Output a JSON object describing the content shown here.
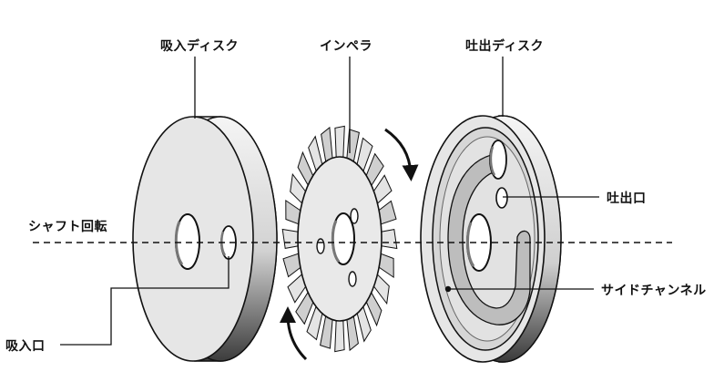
{
  "labels": {
    "suction_disk": "吸入ディスク",
    "impeller": "インペラ",
    "discharge_disk": "吐出ディスク",
    "shaft_rotation": "シャフト回転",
    "discharge_port": "吐出口",
    "side_channel": "サイドチャンネル",
    "suction_port": "吸入口"
  },
  "colors": {
    "disk_face": "#e6e6e6",
    "rim_light": "#f2f2f2",
    "rim_dark": "#4a4a4a",
    "channel": "#bdbdbd",
    "outline": "#111111"
  },
  "impeller_blade_count": 24
}
